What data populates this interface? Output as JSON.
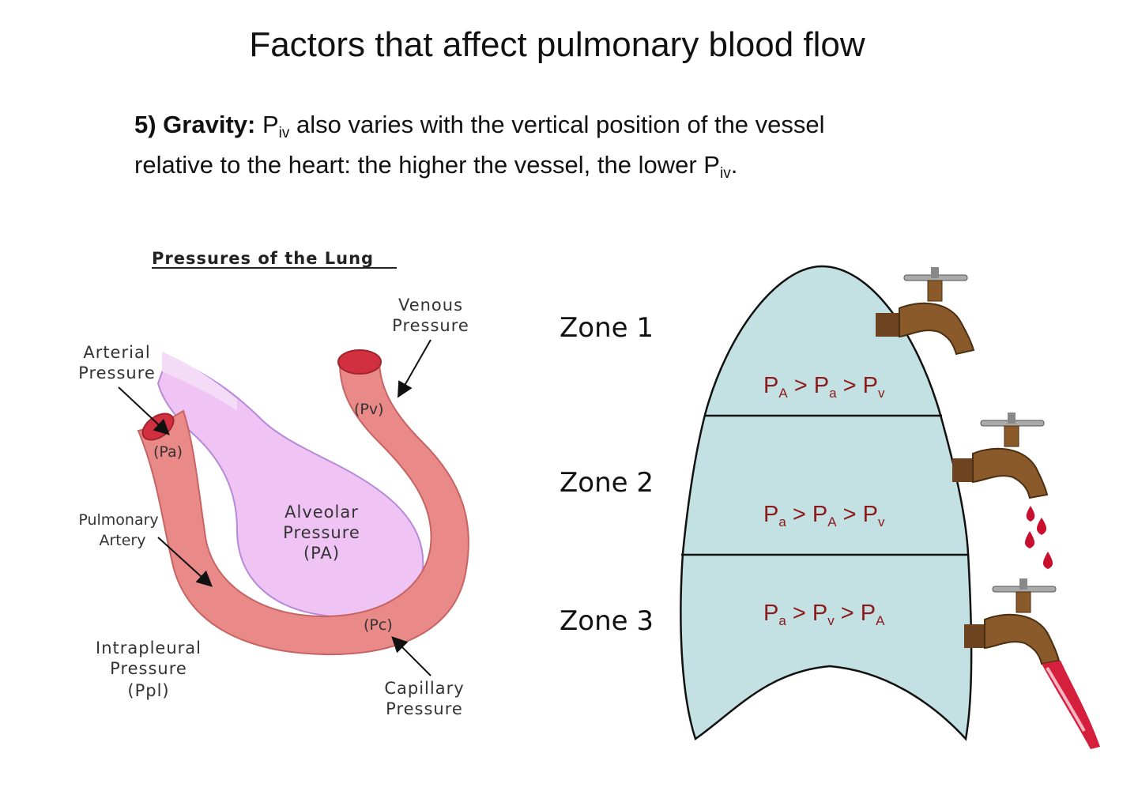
{
  "title": "Factors that affect pulmonary blood flow",
  "body": {
    "prefix": "5) Gravity:",
    "text_a": " P",
    "sub_iv_1": "iv",
    "text_b": " also varies with the vertical position of the vessel relative to the heart: the higher the vessel, the lower P",
    "sub_iv_2": "iv",
    "text_end": "."
  },
  "left_diagram": {
    "title": "Pressures of the Lung",
    "venous_1": "Venous",
    "venous_2": "Pressure",
    "arterial_1": "Arterial",
    "arterial_2": "Pressure",
    "pv": "(Pv)",
    "pa": "(Pa)",
    "pulm_1": "Pulmonary",
    "pulm_2": "Artery",
    "alv_1": "Alveolar",
    "alv_2": "Pressure",
    "alv_3": "(PA)",
    "pc": "(Pc)",
    "intra_1": "Intrapleural",
    "intra_2": "Pressure",
    "intra_3": "(Ppl)",
    "cap_1": "Capillary",
    "cap_2": "Pressure"
  },
  "right_diagram": {
    "zone1": "Zone 1",
    "zone2": "Zone 2",
    "zone3": "Zone 3",
    "eq1": {
      "t1": "P",
      "s1": "A",
      "t2": " > P",
      "s2": "a",
      "t3": " > P",
      "s3": "v"
    },
    "eq2": {
      "t1": "P",
      "s1": "a",
      "t2": " > P",
      "s2": "A",
      "t3": " > P",
      "s3": "v"
    },
    "eq3": {
      "t1": "P",
      "s1": "a",
      "t2": " > P",
      "s2": "v",
      "t3": " > P",
      "s3": "A"
    }
  },
  "colors": {
    "lung_fill": "#c3e0e2",
    "vessel": "#e98a88",
    "alveolus": "#efc3f3",
    "eq_text": "#8b1a1a",
    "blood": "#c8102e",
    "faucet": "#8a5a2b"
  }
}
